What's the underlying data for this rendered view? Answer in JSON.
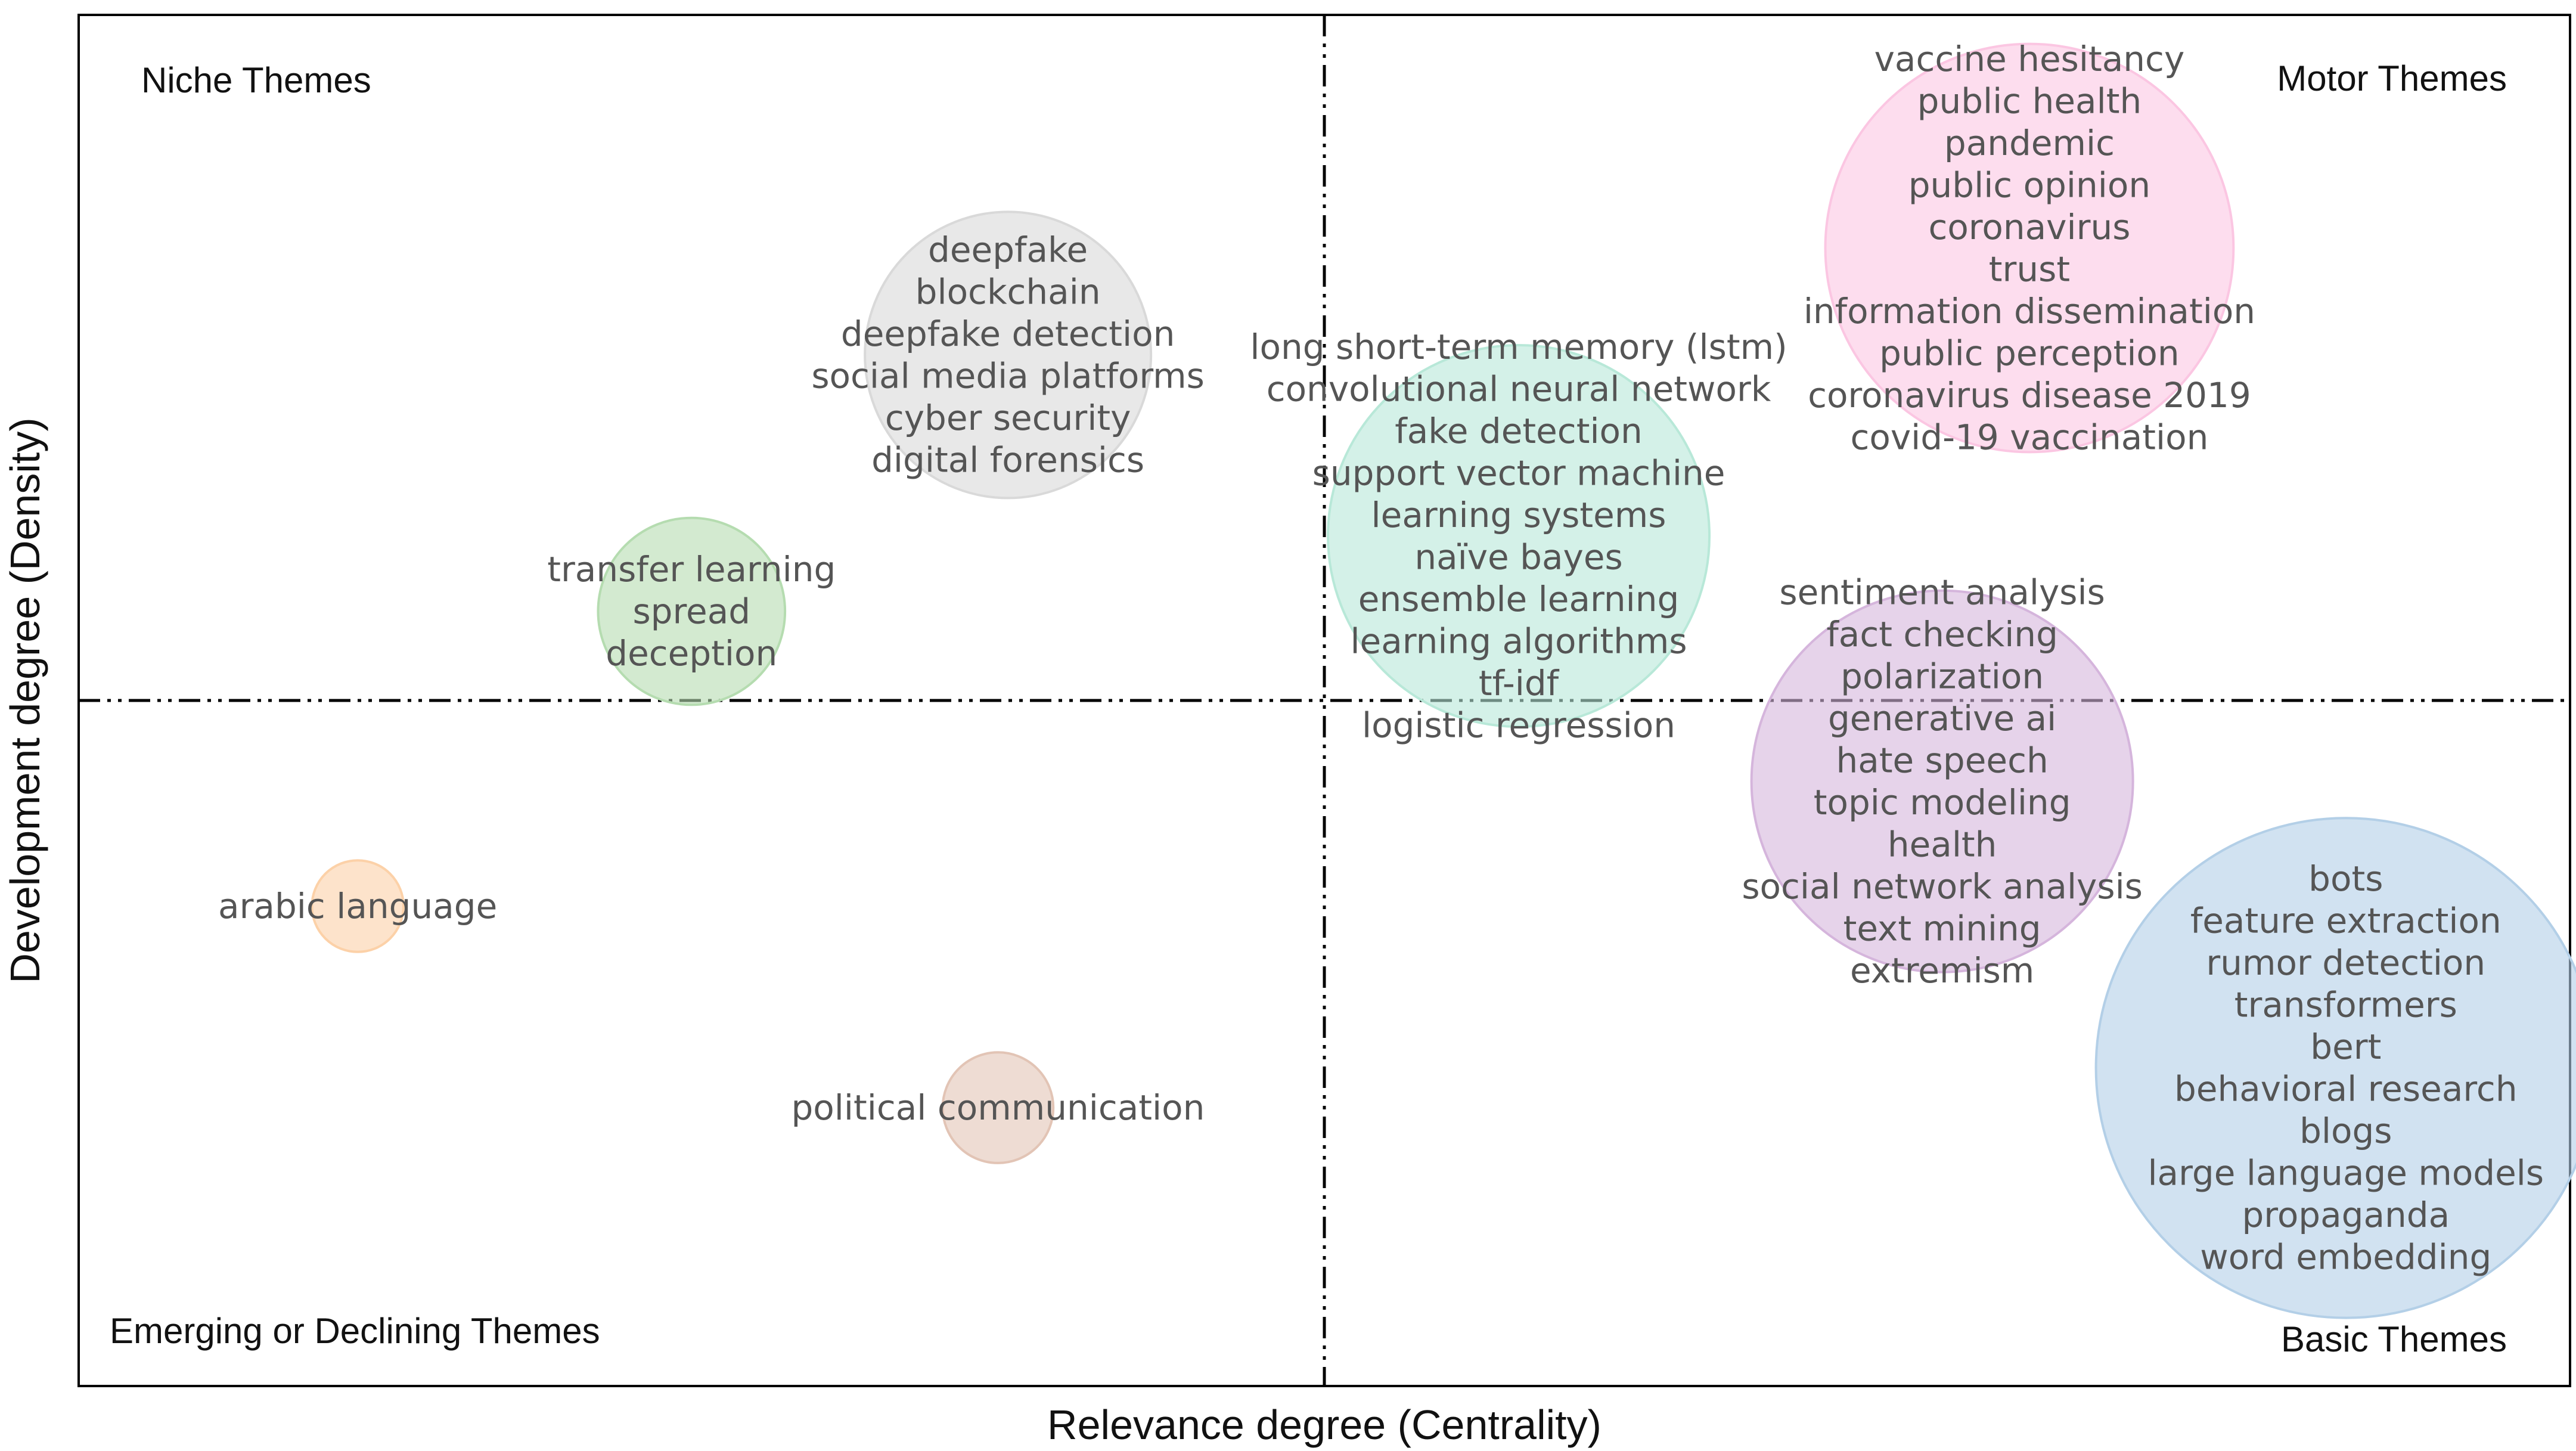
{
  "chart_data": {
    "type": "scatter",
    "xlabel": "Relevance degree (Centrality)",
    "ylabel": "Development degree (Density)",
    "xlim": [
      0,
      100
    ],
    "ylim": [
      0,
      100
    ],
    "grid": false,
    "reference_lines": {
      "x": 50,
      "y": 50
    },
    "quadrant_labels": {
      "top_left": "Niche Themes",
      "top_right": "Motor Themes",
      "bottom_left": "Emerging or Declining Themes",
      "bottom_right": "Basic Themes"
    },
    "clusters": [
      {
        "x": 37.3,
        "y": 75.2,
        "size": 7.5,
        "color": "#d9d9d9",
        "keywords": [
          "deepfake",
          "blockchain",
          "deepfake detection",
          "social media platforms",
          "cyber security",
          "digital forensics"
        ]
      },
      {
        "x": 24.6,
        "y": 56.5,
        "size": 4.9,
        "color": "#b5dcb0",
        "keywords": [
          "transfer learning",
          "spread",
          "deception"
        ]
      },
      {
        "x": 57.8,
        "y": 62.0,
        "size": 10.0,
        "color": "#b8e8d8",
        "keywords": [
          "long short-term memory (lstm)",
          "convolutional neural network",
          "fake detection",
          "support vector machine",
          "learning systems",
          "naïve bayes",
          "ensemble learning",
          "learning algorithms",
          "tf-idf",
          "logistic regression"
        ]
      },
      {
        "x": 78.3,
        "y": 83.0,
        "size": 10.7,
        "color": "#fbc6e2",
        "keywords": [
          "vaccine hesitancy",
          "public health",
          "pandemic",
          "public opinion",
          "coronavirus",
          "trust",
          "information dissemination",
          "public perception",
          "coronavirus disease 2019",
          "covid-19 vaccination"
        ]
      },
      {
        "x": 74.8,
        "y": 44.1,
        "size": 10.0,
        "color": "#d5b5dc",
        "keywords": [
          "sentiment analysis",
          "fact checking",
          "polarization",
          "generative ai",
          "hate speech",
          "topic modeling",
          "health",
          "social network analysis",
          "text mining",
          "extremism"
        ]
      },
      {
        "x": 91.0,
        "y": 23.2,
        "size": 13.1,
        "color": "#b3cfe7",
        "keywords": [
          "bots",
          "feature extraction",
          "rumor detection",
          "transformers",
          "bert",
          "behavioral research",
          "blogs",
          "large language models",
          "propaganda",
          "word embedding"
        ]
      },
      {
        "x": 11.2,
        "y": 35.0,
        "size": 2.4,
        "color": "#fcd1a8",
        "keywords": [
          "arabic language"
        ]
      },
      {
        "x": 36.9,
        "y": 20.3,
        "size": 2.9,
        "color": "#e2c4b5",
        "keywords": [
          "political communication"
        ]
      }
    ]
  }
}
